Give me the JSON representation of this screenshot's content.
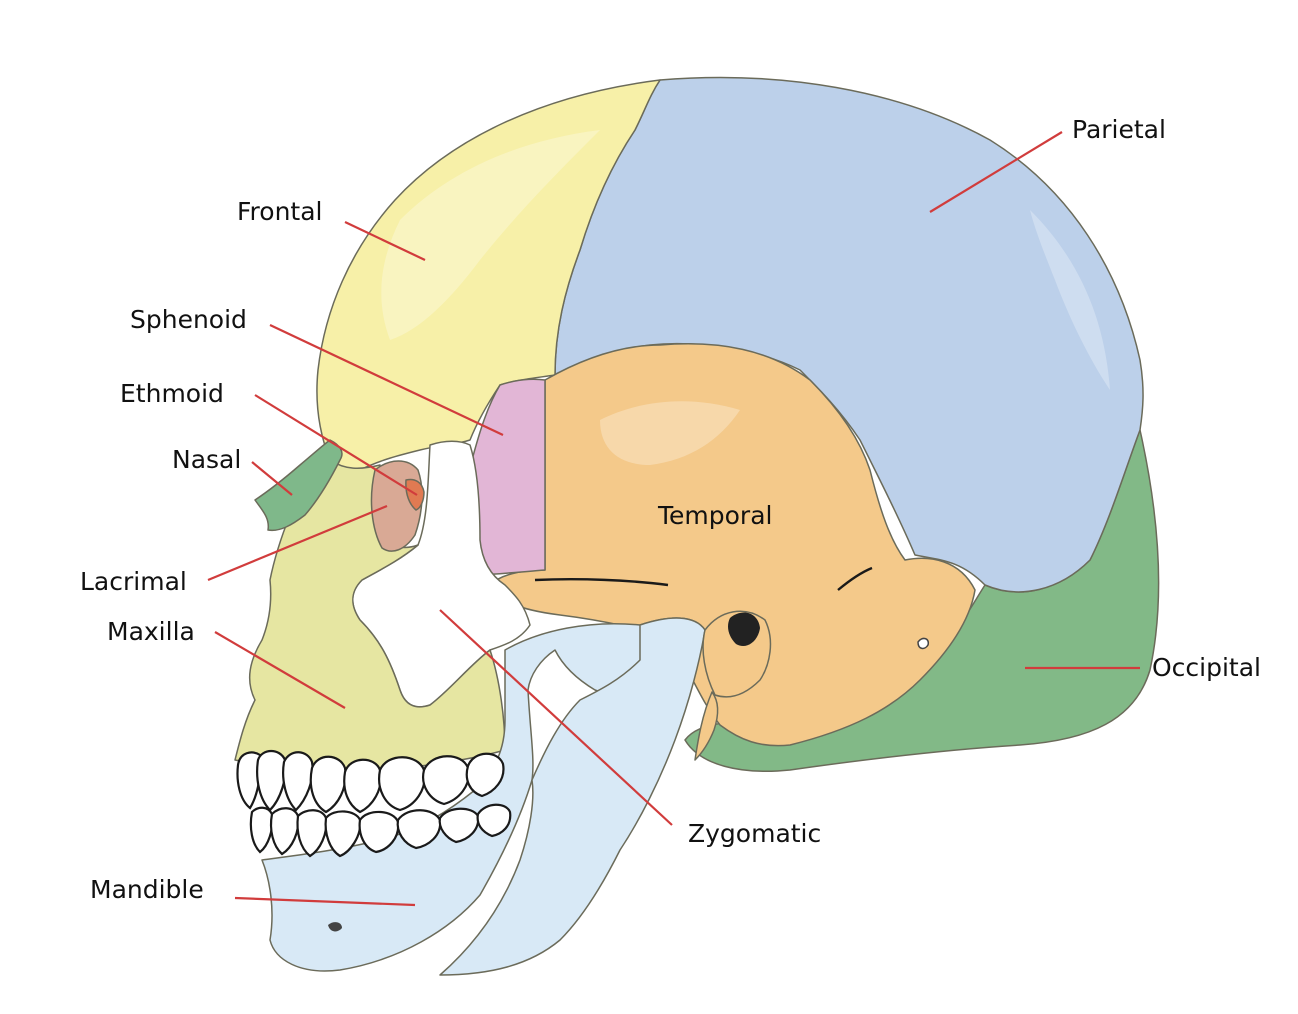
{
  "diagram": {
    "labels": {
      "frontal": "Frontal",
      "parietal": "Parietal",
      "sphenoid": "Sphenoid",
      "ethmoid": "Ethmoid",
      "nasal": "Nasal",
      "lacrimal": "Lacrimal",
      "maxilla": "Maxilla",
      "temporal": "Temporal",
      "occipital": "Occipital",
      "zygomatic": "Zygomatic",
      "mandible": "Mandible"
    },
    "colors": {
      "frontal": "#f7f0a8",
      "parietal": "#bcd0ea",
      "sphenoid": "#e2b6d6",
      "ethmoid": "#e07a52",
      "nasal": "#7fb88a",
      "lacrimal": "#d9a995",
      "maxilla": "#e6e6a2",
      "temporal": "#f4c98a",
      "occipital": "#82b987",
      "zygomatic": "#ffffff",
      "mandible": "#d8e9f6",
      "leader": "#d13c3c"
    }
  }
}
